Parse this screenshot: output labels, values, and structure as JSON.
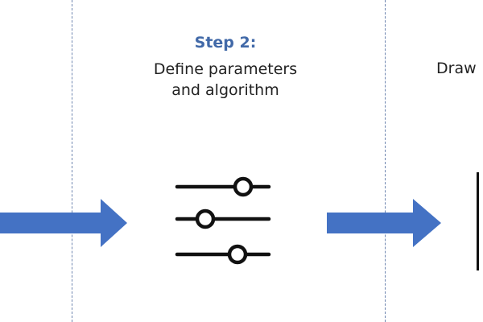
{
  "step2": {
    "label": "Step 2:",
    "description_line1": "Define parameters",
    "description_line2": "and algorithm"
  },
  "left_panel": {
    "text_fragment": "."
  },
  "right_panel": {
    "text_fragment": "Draw"
  },
  "icons": {
    "center": "sliders-settings-icon",
    "arrows": "right-arrow-icon"
  },
  "colors": {
    "accent": "#4169a8",
    "arrow": "#4472c4",
    "divider": "#6f86b0",
    "text": "#222222"
  }
}
